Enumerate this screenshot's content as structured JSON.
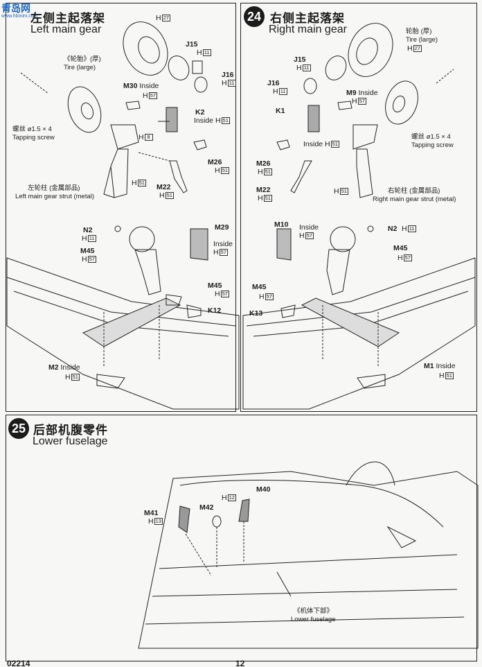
{
  "watermark": {
    "logo_text": "青岛网",
    "logo_url_text": "www.hbmini.com"
  },
  "step23": {
    "title_cn": "左侧主起落架",
    "title_en": "Left main gear",
    "labels": {
      "tire_cn": "《轮胎》(厚)",
      "tire_en": "Tire (large)",
      "j15": "J15",
      "j16": "J16",
      "m30": "M30",
      "inside": "Inside",
      "screw_cn": "螺丝 ø1.5 × 4",
      "screw_en": "Tapping screw",
      "k2": "K2",
      "m26": "M26",
      "m22": "M22",
      "strut_cn": "左轮柱 (金属部品)",
      "strut_en": "Left main gear strut (metal)",
      "n2": "N2",
      "m29": "M29",
      "m45": "M45",
      "k12": "K12",
      "m2": "M2",
      "h": "H"
    },
    "h_numbers": {
      "tire": "27",
      "j15": "11",
      "j16": "11",
      "m30": "57",
      "k2": "51",
      "m26": "51",
      "m22": "51",
      "screw": "8",
      "strut": "51",
      "n2": "11",
      "m45": "57",
      "m29": "57",
      "m45b": "57",
      "m2": "51"
    }
  },
  "step24": {
    "number": "24",
    "title_cn": "右侧主起落架",
    "title_en": "Right main gear",
    "labels": {
      "tire_cn": "轮胎 (厚)",
      "tire_en": "Tire (large)",
      "j15": "J15",
      "j16": "J16",
      "m9": "M9",
      "k1": "K1",
      "inside": "Inside",
      "screw_cn": "螺丝 ø1.5 × 4",
      "screw_en": "Tapping screw",
      "m26": "M26",
      "m22": "M22",
      "strut_cn": "右轮柱 (金属部品)",
      "strut_en": "Right main gear strut (metal)",
      "m10": "M10",
      "n2": "N2",
      "m45": "M45",
      "k13": "K13",
      "m1": "M1",
      "h": "H"
    },
    "h_numbers": {
      "tire": "27",
      "j15": "11",
      "j16": "11",
      "m9": "57",
      "k1": "51",
      "m26": "51",
      "m22": "51",
      "strut": "51",
      "m10": "57",
      "n2": "11",
      "m45": "57",
      "m45b": "57",
      "m1": "51"
    }
  },
  "step25": {
    "number": "25",
    "title_cn": "后部机腹零件",
    "title_en": "Lower fuselage",
    "labels": {
      "m41": "M41",
      "m42": "M42",
      "m40": "M40",
      "h": "H",
      "lower_cn": "《机体下部》",
      "lower_en": "Lower fuselage"
    },
    "h_numbers": {
      "m41": "13",
      "m40": "12"
    }
  },
  "footer": {
    "code": "02214",
    "page": "12"
  }
}
